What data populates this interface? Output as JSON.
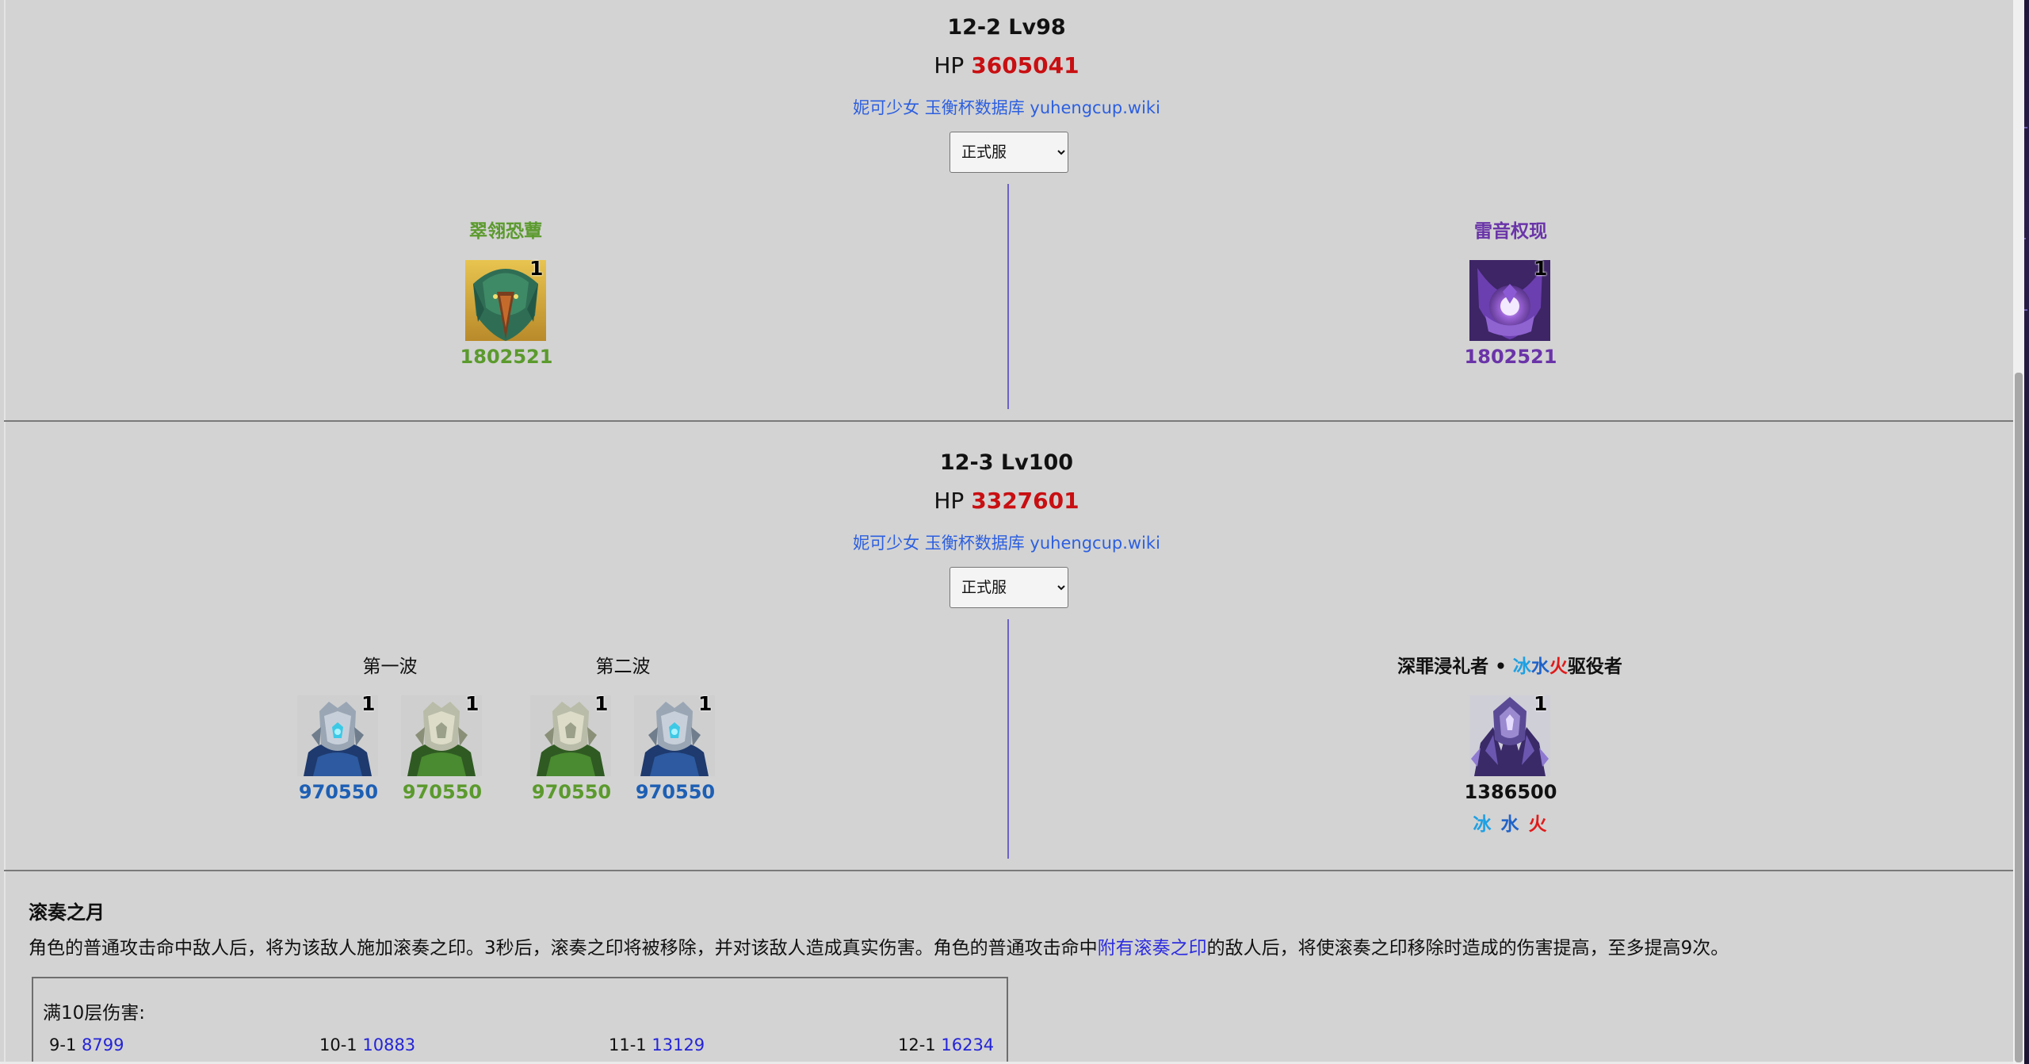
{
  "stages": [
    {
      "title": "12-2 Lv98",
      "hp_label": "HP",
      "hp_value": "3605041",
      "link_text": "妮可少女 玉衡杯数据库 yuhengcup.wiki",
      "server_select": "正式服",
      "left": {
        "title": "翠翎恐蕈",
        "enemies": [
          {
            "name": "翠翎恐蕈",
            "count": "1",
            "hp": "1802521",
            "icon": "green-bird-boss-icon"
          }
        ]
      },
      "right": {
        "title": "雷音权现",
        "enemies": [
          {
            "name": "雷音权现",
            "count": "1",
            "hp": "1802521",
            "icon": "purple-electro-boss-icon"
          }
        ]
      }
    },
    {
      "title": "12-3 Lv100",
      "hp_label": "HP",
      "hp_value": "3327601",
      "link_text": "妮可少女 玉衡杯数据库 yuhengcup.wiki",
      "server_select": "正式服",
      "left": {
        "waves": [
          {
            "title": "第一波",
            "enemies": [
              {
                "count": "1",
                "hp": "970550",
                "icon": "blue-ruin-knight-icon"
              },
              {
                "count": "1",
                "hp": "970550",
                "icon": "green-ruin-knight-icon"
              }
            ]
          },
          {
            "title": "第二波",
            "enemies": [
              {
                "count": "1",
                "hp": "970550",
                "icon": "green-ruin-knight-icon"
              },
              {
                "count": "1",
                "hp": "970550",
                "icon": "blue-ruin-knight-icon"
              }
            ]
          }
        ]
      },
      "right": {
        "title_prefix": "深罪浸礼者 • ",
        "title_ice": "冰",
        "title_water": "水",
        "title_fire": "火",
        "title_suffix": "驱役者",
        "enemies": [
          {
            "count": "1",
            "hp": "1386500",
            "icon": "abyss-herald-icon"
          }
        ],
        "elements": {
          "ice": "冰",
          "water": "水",
          "fire": "火"
        }
      }
    }
  ],
  "blessing": {
    "title": "滚奏之月",
    "desc_part1": "角色的普通攻击命中敌人后，将为该敌人施加滚奏之印。3秒后，滚奏之印将被移除，并对该敌人造成真实伤害。角色的普通攻击命中",
    "desc_link": "附有滚奏之印",
    "desc_part2": "的敌人后，将使滚奏之印移除时造成的伤害提高，至多提高9次。",
    "damage_label": "满10层伤害:",
    "damage": [
      {
        "floor": "9-1",
        "value": "8799"
      },
      {
        "floor": "10-1",
        "value": "10883"
      },
      {
        "floor": "11-1",
        "value": "13129"
      },
      {
        "floor": "12-1",
        "value": "16234"
      }
    ]
  },
  "colors": {
    "hp_red": "#c80f12",
    "link_blue": "#2c5fe0",
    "dendro_green": "#5b9a2d",
    "electro_purple": "#6a34a8",
    "hydro_blue": "#1d5fb4",
    "divider": "#6d63c8"
  }
}
